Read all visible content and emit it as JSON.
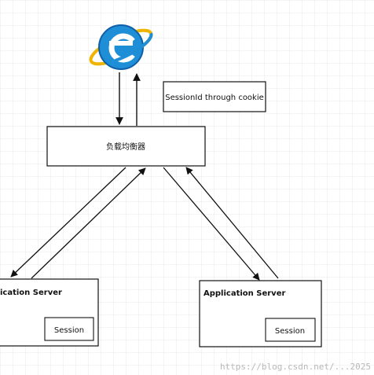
{
  "diagram": {
    "browser": {
      "icon": "internet-explorer-logo-icon"
    },
    "cookie_note": {
      "label": "SessionId through cookie"
    },
    "load_balancer": {
      "label": "负载均衡器"
    },
    "left_server": {
      "title": "ication Server",
      "session_label": "Session"
    },
    "right_server": {
      "title": "Application Server",
      "session_label": "Session"
    },
    "watermark": "https://blog.csdn.net/...2025"
  },
  "colors": {
    "grid": "#e8e8e8",
    "stroke": "#111111",
    "ie_blue": "#1e8fd6",
    "ie_dark": "#0f5fa8",
    "ie_ring": "#f0b400"
  }
}
